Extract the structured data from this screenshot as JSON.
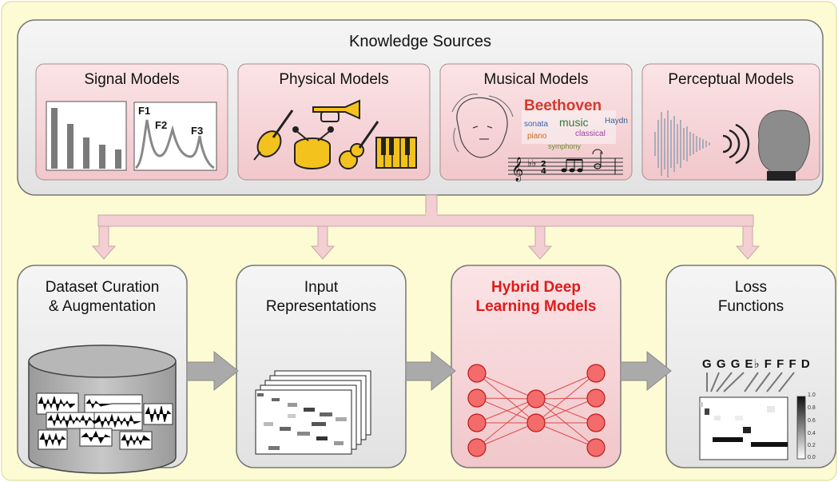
{
  "diagram": {
    "knowledge_sources": {
      "title": "Knowledge Sources",
      "models": [
        {
          "label": "Signal Models",
          "formants": [
            "F1",
            "F2",
            "F3"
          ]
        },
        {
          "label": "Physical Models"
        },
        {
          "label": "Musical Models",
          "word_cloud_title": "Beethoven",
          "word_cloud_words": [
            "music",
            "sonata",
            "classical",
            "piano",
            "Haydn",
            "symphony"
          ]
        },
        {
          "label": "Perceptual Models"
        }
      ]
    },
    "pipeline": [
      {
        "line1": "Dataset Curation",
        "line2": "& Augmentation"
      },
      {
        "line1": "Input",
        "line2": "Representations"
      },
      {
        "line1": "Hybrid Deep",
        "line2": "Learning Models"
      },
      {
        "line1": "Loss",
        "line2": "Functions"
      }
    ],
    "loss_notes": [
      "G",
      "G",
      "G",
      "E♭",
      "F",
      "F",
      "F",
      "D"
    ],
    "colorbar_ticks": [
      "1.0",
      "0.8",
      "0.6",
      "0.4",
      "0.2",
      "0.0"
    ],
    "colors": {
      "background": "#fdfbd3",
      "panel": "#ececec",
      "pink": "#f6d5d8",
      "arrow_pink": "#f3cfd3",
      "neuron": "#f36b6b",
      "highlight_text": "#e01a1a"
    }
  }
}
